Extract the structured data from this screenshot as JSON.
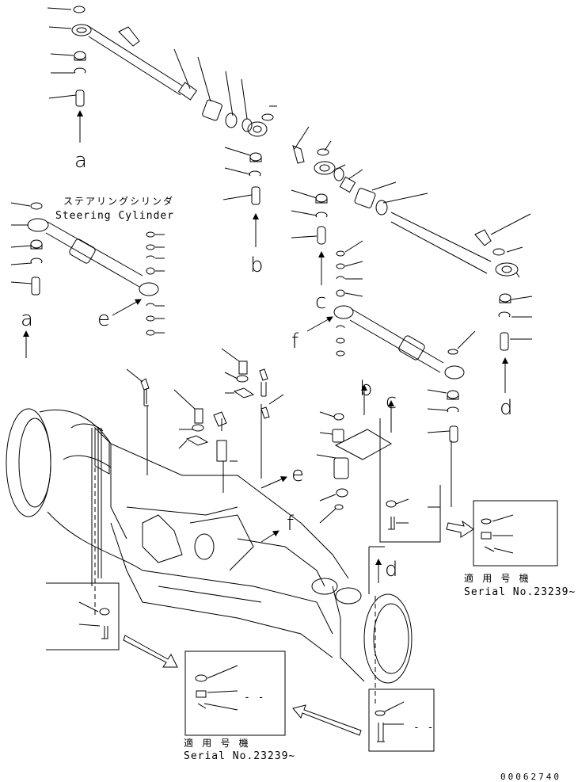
{
  "callout_letters": {
    "a_top": "a",
    "b_mid": "b",
    "c_mid": "c",
    "d_right": "d",
    "e_cyl": "e",
    "a_left": "a",
    "f_mid": "f",
    "b_lower": "b",
    "c_lower": "c",
    "e_axle": "e",
    "f_axle": "f",
    "d_axle": "d"
  },
  "steering_cylinder": {
    "jp": "ステアリングシリンダ",
    "en": "Steering Cylinder"
  },
  "serial_notes": [
    {
      "jp": "適 用 号 機",
      "en": "Serial No.23239~"
    },
    {
      "jp": "適 用 号 機",
      "en": "Serial No.23239~"
    }
  ],
  "dash_marks": [
    "- -",
    "- -"
  ],
  "drawing_code": "00062740"
}
